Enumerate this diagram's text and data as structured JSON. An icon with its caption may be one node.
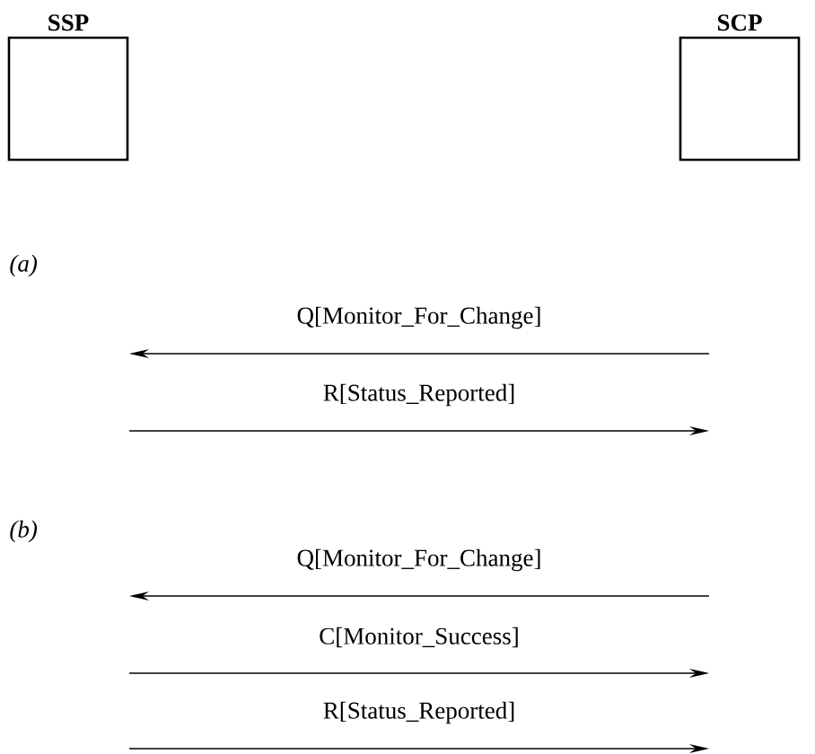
{
  "diagram": {
    "nodes": [
      {
        "text": [
          "SSP"
        ]
      },
      {
        "text": [
          "SCP"
        ]
      }
    ],
    "labels": [
      "(a)",
      "Q[Monitor_For_Change]",
      "R[Status_Reported]",
      "(b)",
      "Q[Monitor_For_Change]",
      "C[Monitor_Success]",
      "R[Status_Reported]"
    ]
  }
}
